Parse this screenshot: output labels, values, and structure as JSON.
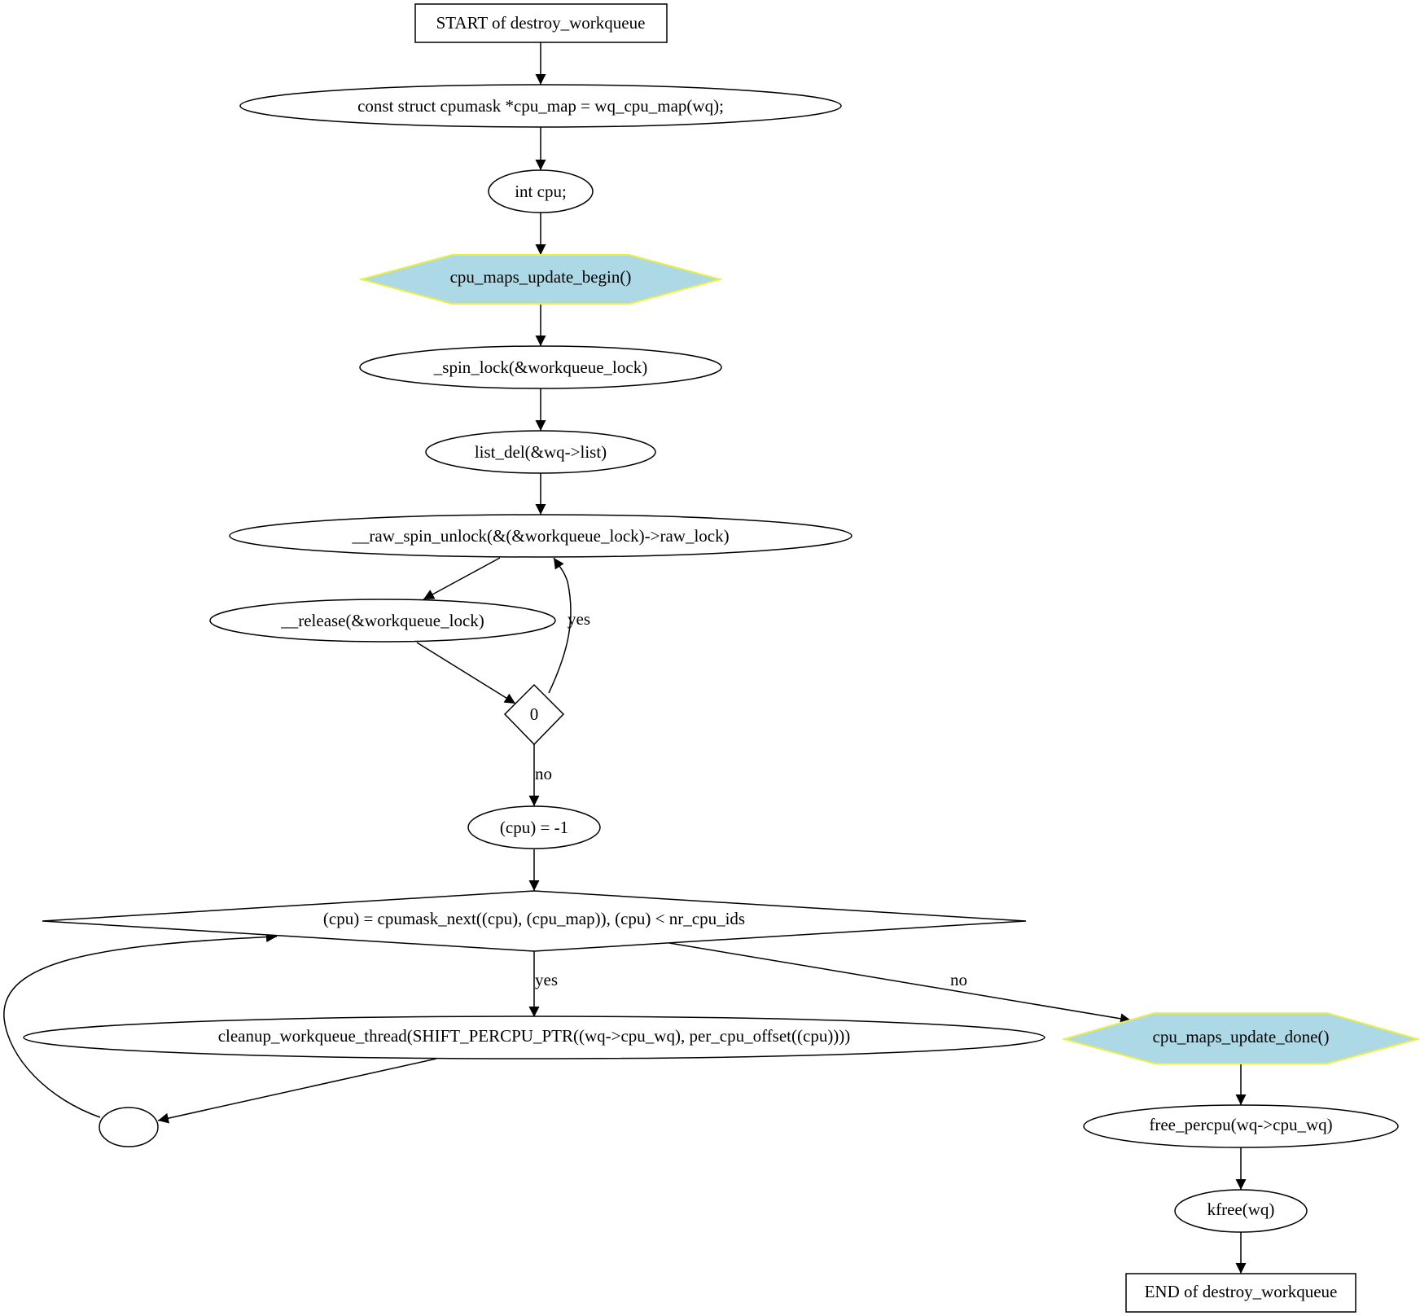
{
  "nodes": {
    "start": "START of destroy_workqueue",
    "cpu_map_decl": "const struct cpumask *cpu_map = wq_cpu_map(wq);",
    "int_cpu": "int cpu;",
    "maps_begin": "cpu_maps_update_begin()",
    "spin_lock": "_spin_lock(&workqueue_lock)",
    "list_del": "list_del(&wq->list)",
    "raw_unlock": "__raw_spin_unlock(&(&workqueue_lock)->raw_lock)",
    "release": "__release(&workqueue_lock)",
    "cond_zero": "0",
    "cpu_init": "(cpu) = -1",
    "loop_cond": "(cpu) = cpumask_next((cpu), (cpu_map)), (cpu) < nr_cpu_ids",
    "cleanup": "cleanup_workqueue_thread(SHIFT_PERCPU_PTR((wq->cpu_wq), per_cpu_offset((cpu))))",
    "loop_join": "",
    "maps_done": "cpu_maps_update_done()",
    "free_percpu": "free_percpu(wq->cpu_wq)",
    "kfree": "kfree(wq)",
    "end": "END of destroy_workqueue"
  },
  "edge_labels": {
    "zero_yes": "yes",
    "zero_no": "no",
    "loop_yes": "yes",
    "loop_no": "no"
  },
  "colors": {
    "hexagon_fill": "#add8e6",
    "hexagon_stroke": "#e8f048",
    "stroke": "#000000",
    "background": "#ffffff"
  }
}
